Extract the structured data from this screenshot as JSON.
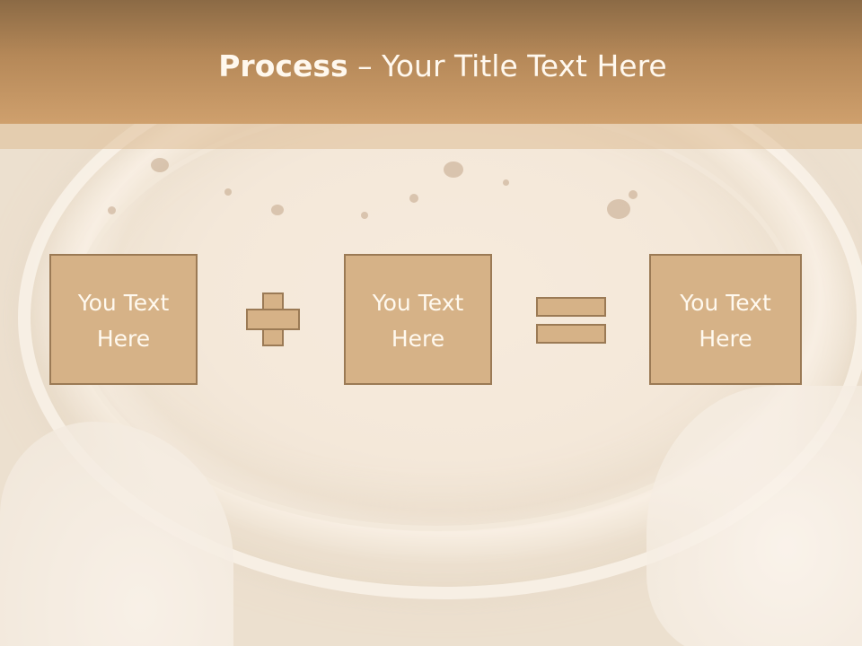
{
  "title": {
    "bold": "Process",
    "rest": " – Your Title Text Here"
  },
  "boxes": [
    {
      "text": "You Text Here"
    },
    {
      "text": "You Text Here"
    },
    {
      "text": "You Text Here"
    }
  ],
  "colors": {
    "title_bar": "#b58858",
    "box_fill": "#d6b287",
    "box_border": "#9b7a55",
    "text": "#fff9ef"
  }
}
